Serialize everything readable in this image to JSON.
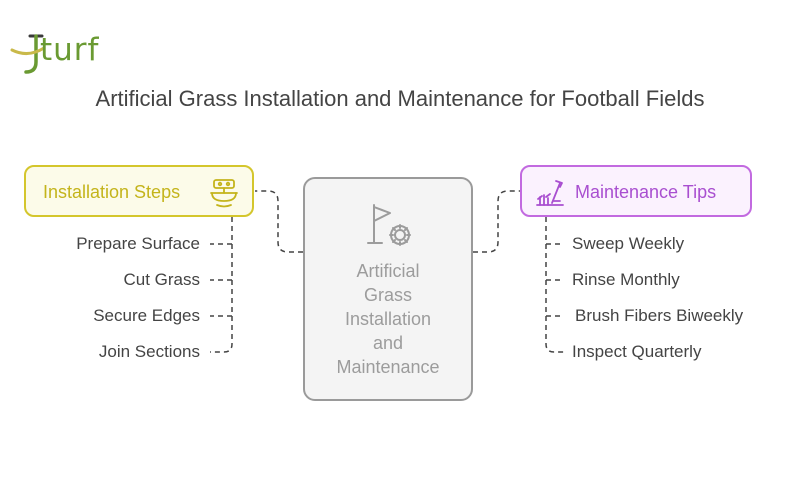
{
  "logo": {
    "text": "turf",
    "colors": {
      "primary": "#6a9a32",
      "swoosh": "#c9b94a",
      "dark": "#3a3a3a"
    }
  },
  "title": "Artificial Grass Installation and Maintenance for Football Fields",
  "center": {
    "label_lines": [
      "Artificial",
      "Grass",
      "Installation",
      "and",
      "Maintenance"
    ],
    "icon": "flag-gear-icon"
  },
  "installation": {
    "label": "Installation Steps",
    "icon": "robot-lawnmower-icon",
    "color": "#d4c62c",
    "items": [
      "Prepare Surface",
      "Cut Grass",
      "Secure Edges",
      "Join Sections"
    ]
  },
  "maintenance": {
    "label": "Maintenance Tips",
    "icon": "grass-tools-icon",
    "color": "#c26ae0",
    "items": [
      "Sweep Weekly",
      "Rinse Monthly",
      "Brush Fibers Biweekly",
      "Inspect Quarterly"
    ]
  }
}
